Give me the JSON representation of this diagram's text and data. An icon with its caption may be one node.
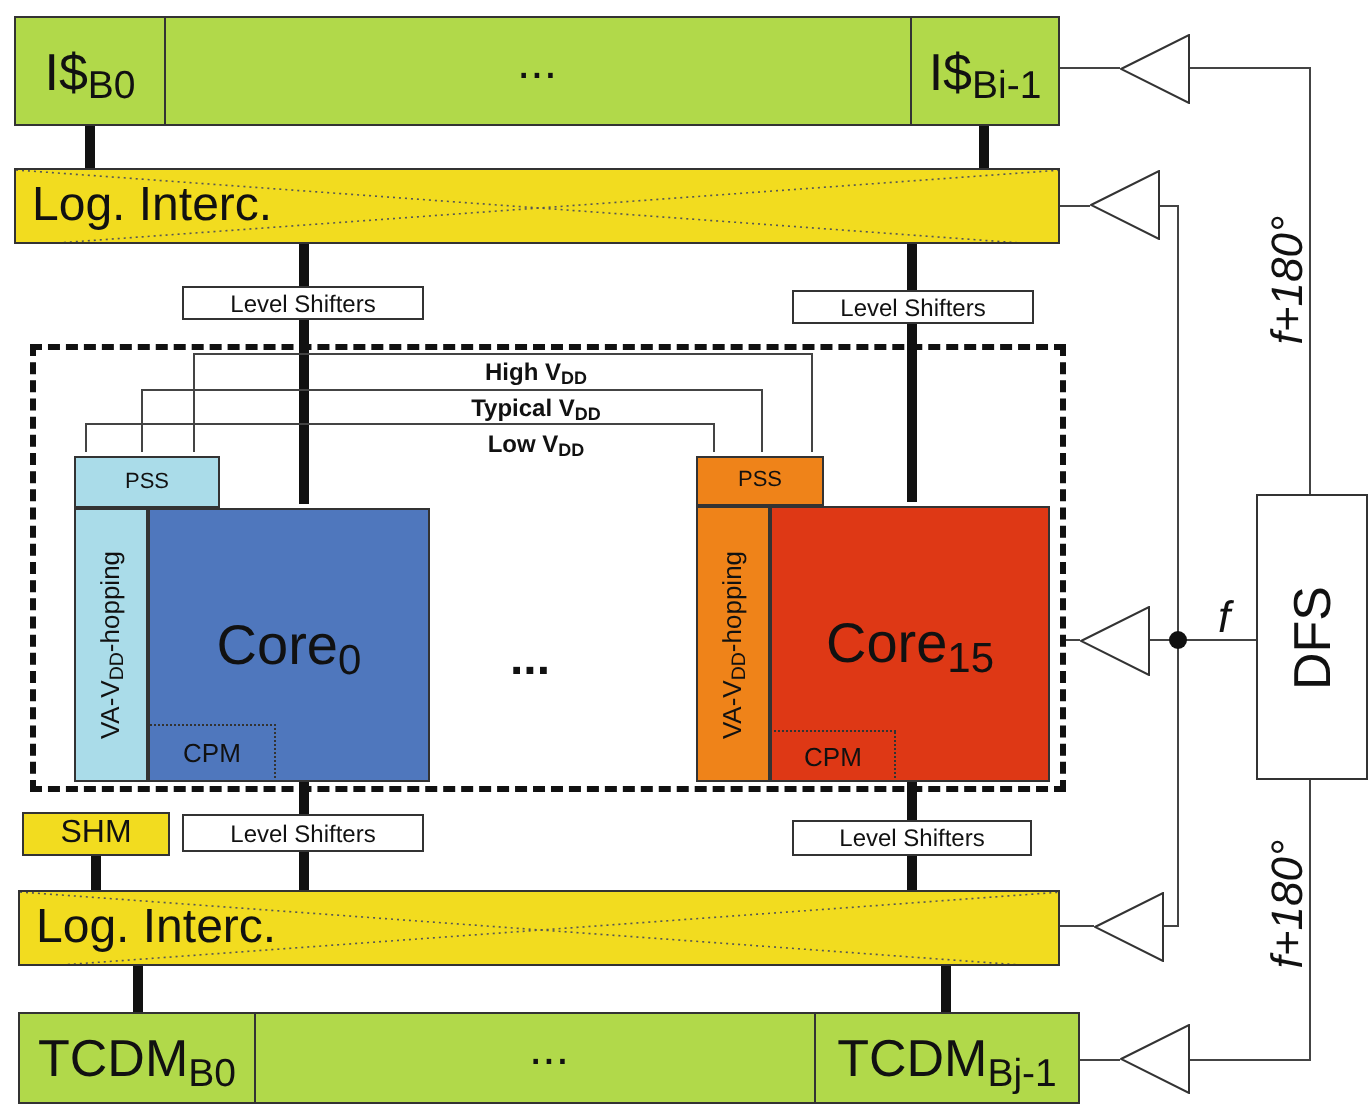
{
  "diagram": {
    "nodes": [
      {
        "text": [
          "..."
        ]
      },
      {
        "text": [
          "I$$_{B0}$"
        ],
        "in": 0
      },
      {
        "text": [
          "I$$_{Bi-1}$"
        ],
        "in": 0
      },
      {
        "text": [
          "Log. Interc."
        ]
      },
      {
        "text": [
          "Level Shifters"
        ]
      },
      {
        "text": [
          "Level Shifters"
        ]
      },
      {
        "text": [],
        "shape": "box"
      },
      {
        "text": [
          "PSS"
        ],
        "in": 6
      },
      {
        "text": [
          "VA-V$_{DD}$-hopping"
        ],
        "in": 6
      },
      {
        "text": [
          "Core$_{0}$"
        ],
        "in": 6
      },
      {
        "text": [
          "CPM"
        ],
        "in": 9
      },
      {
        "text": [
          "PSS"
        ],
        "in": 6
      },
      {
        "text": [
          "VA-V$_{DD}$-hopping"
        ],
        "in": 6
      },
      {
        "text": [
          "Core$_{15}$"
        ],
        "in": 6
      },
      {
        "text": [
          "CPM"
        ],
        "in": 13
      },
      {
        "text": [
          "SHM"
        ]
      },
      {
        "text": [
          "Level Shifters"
        ]
      },
      {
        "text": [
          "Level Shifters"
        ]
      },
      {
        "text": [
          "Log. Interc."
        ]
      },
      {
        "text": [
          "..."
        ]
      },
      {
        "text": [
          "TCDM$_{B0}$"
        ],
        "in": 19
      },
      {
        "text": [
          "TCDM$_{Bj-1}$"
        ],
        "in": 19
      },
      {
        "text": [
          "DFS"
        ]
      },
      {
        "text": [],
        "shape": "triangle"
      },
      {
        "text": [],
        "shape": "triangle"
      },
      {
        "text": [],
        "shape": "triangle"
      },
      {
        "text": [],
        "shape": "triangle"
      },
      {
        "text": [],
        "shape": "triangle"
      }
    ],
    "edges": [
      {
        "from": 1,
        "to": 3,
        "arrow": "none",
        "style": "thick"
      },
      {
        "from": 2,
        "to": 3,
        "arrow": "none",
        "style": "thick"
      },
      {
        "from": 3,
        "to": 4,
        "arrow": "none",
        "style": "thick"
      },
      {
        "from": 4,
        "to": 9,
        "arrow": "none",
        "style": "thick"
      },
      {
        "from": 3,
        "to": 5,
        "arrow": "none",
        "style": "thick"
      },
      {
        "from": 5,
        "to": 13,
        "arrow": "none",
        "style": "thick"
      },
      {
        "from": 7,
        "to": 11,
        "arrow": "none",
        "label": "High V$_{DD}$"
      },
      {
        "from": 7,
        "to": 11,
        "arrow": "none",
        "label": "Typical V$_{DD}$"
      },
      {
        "from": 7,
        "to": 11,
        "arrow": "none",
        "label": "Low V$_{DD}$"
      },
      {
        "from": 9,
        "to": 16,
        "arrow": "none",
        "style": "thick"
      },
      {
        "from": 16,
        "to": 18,
        "arrow": "none",
        "style": "thick"
      },
      {
        "from": 13,
        "to": 17,
        "arrow": "none",
        "style": "thick"
      },
      {
        "from": 17,
        "to": 18,
        "arrow": "none",
        "style": "thick"
      },
      {
        "from": 15,
        "to": 18,
        "arrow": "none",
        "style": "thick"
      },
      {
        "from": 18,
        "to": 20,
        "arrow": "none",
        "style": "thick"
      },
      {
        "from": 18,
        "to": 21,
        "arrow": "none",
        "style": "thick"
      },
      {
        "from": 23,
        "to": 0,
        "arrow": "none"
      },
      {
        "from": 24,
        "to": 3,
        "arrow": "none"
      },
      {
        "from": 25,
        "to": 6,
        "arrow": "none"
      },
      {
        "from": 26,
        "to": 18,
        "arrow": "none"
      },
      {
        "from": 27,
        "to": 19,
        "arrow": "none"
      },
      {
        "from": 22,
        "to": 23,
        "arrow": "none",
        "label": "f+180°"
      },
      {
        "from": 22,
        "to": 24,
        "arrow": "none"
      },
      {
        "from": 22,
        "to": 25,
        "arrow": "none",
        "label": "f"
      },
      {
        "from": 22,
        "to": 26,
        "arrow": "none"
      },
      {
        "from": 22,
        "to": 27,
        "arrow": "none",
        "label": "f+180°"
      }
    ],
    "labels": [
      "..."
    ]
  }
}
